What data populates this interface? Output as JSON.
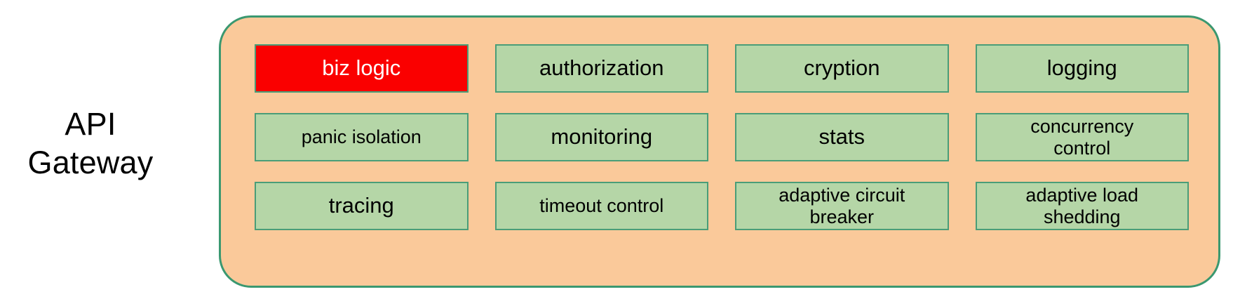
{
  "diagram": {
    "title_label": "API\nGateway",
    "container": {
      "name": "api-gateway-container",
      "fill_color": "#fac99a",
      "border_color": "#3a9870"
    },
    "box_style": {
      "fill_color": "#b5d6a7",
      "border_color": "#4a9d78",
      "text_color": "#000000",
      "highlight_fill_color": "#fa0000",
      "highlight_text_color": "#ffffff"
    },
    "components": [
      {
        "label": "biz logic",
        "highlight": true,
        "lines": 1,
        "size": "normal"
      },
      {
        "label": "authorization",
        "highlight": false,
        "lines": 1,
        "size": "normal"
      },
      {
        "label": "cryption",
        "highlight": false,
        "lines": 1,
        "size": "normal"
      },
      {
        "label": "logging",
        "highlight": false,
        "lines": 1,
        "size": "normal"
      },
      {
        "label": "panic isolation",
        "highlight": false,
        "lines": 1,
        "size": "small"
      },
      {
        "label": "monitoring",
        "highlight": false,
        "lines": 1,
        "size": "normal"
      },
      {
        "label": "stats",
        "highlight": false,
        "lines": 1,
        "size": "normal"
      },
      {
        "label": "concurrency\ncontrol",
        "highlight": false,
        "lines": 2,
        "size": "small"
      },
      {
        "label": "tracing",
        "highlight": false,
        "lines": 1,
        "size": "normal"
      },
      {
        "label": "timeout control",
        "highlight": false,
        "lines": 1,
        "size": "small"
      },
      {
        "label": "adaptive circuit\nbreaker",
        "highlight": false,
        "lines": 2,
        "size": "small"
      },
      {
        "label": "adaptive load\nshedding",
        "highlight": false,
        "lines": 2,
        "size": "small"
      }
    ]
  }
}
